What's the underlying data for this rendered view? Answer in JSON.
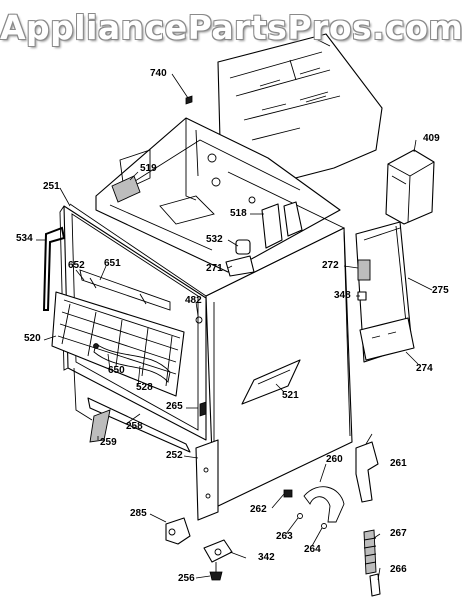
{
  "watermark": "AppliancePartsPros.com",
  "part_labels": [
    {
      "id": "740",
      "text": "740"
    },
    {
      "id": "409",
      "text": "409"
    },
    {
      "id": "519",
      "text": "519"
    },
    {
      "id": "251",
      "text": "251"
    },
    {
      "id": "518",
      "text": "518"
    },
    {
      "id": "534",
      "text": "534"
    },
    {
      "id": "532",
      "text": "532"
    },
    {
      "id": "652",
      "text": "652"
    },
    {
      "id": "651",
      "text": "651"
    },
    {
      "id": "271",
      "text": "271"
    },
    {
      "id": "272",
      "text": "272"
    },
    {
      "id": "275",
      "text": "275"
    },
    {
      "id": "482",
      "text": "482"
    },
    {
      "id": "348",
      "text": "348"
    },
    {
      "id": "520",
      "text": "520"
    },
    {
      "id": "650",
      "text": "650"
    },
    {
      "id": "528",
      "text": "528"
    },
    {
      "id": "274",
      "text": "274"
    },
    {
      "id": "521",
      "text": "521"
    },
    {
      "id": "265",
      "text": "265"
    },
    {
      "id": "258",
      "text": "258"
    },
    {
      "id": "259",
      "text": "259"
    },
    {
      "id": "252",
      "text": "252"
    },
    {
      "id": "260",
      "text": "260"
    },
    {
      "id": "261",
      "text": "261"
    },
    {
      "id": "285",
      "text": "285"
    },
    {
      "id": "262",
      "text": "262"
    },
    {
      "id": "263",
      "text": "263"
    },
    {
      "id": "264",
      "text": "264"
    },
    {
      "id": "267",
      "text": "267"
    },
    {
      "id": "342",
      "text": "342"
    },
    {
      "id": "256",
      "text": "256"
    },
    {
      "id": "266",
      "text": "266"
    }
  ]
}
